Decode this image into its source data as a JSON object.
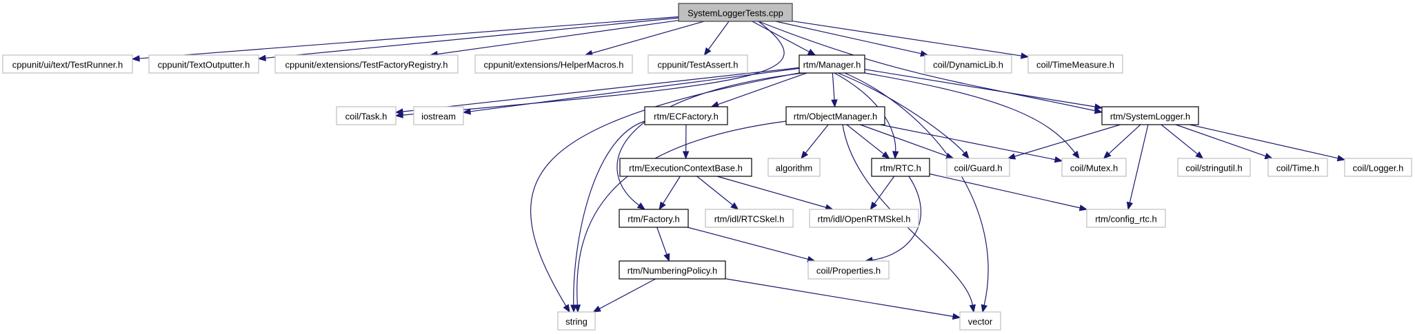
{
  "title": "SystemLoggerTests.cpp include dependency graph",
  "colors": {
    "edge": "#191970",
    "root_fill": "#bfbfbf",
    "root_border": "#404040",
    "internal_border": "#000000",
    "external_border": "#bfbfbf"
  },
  "nodes": [
    {
      "id": "root",
      "label": "SystemLoggerTests.cpp",
      "kind": "root"
    },
    {
      "id": "testrunner",
      "label": "cppunit/ui/text/TestRunner.h",
      "kind": "external"
    },
    {
      "id": "textoutputter",
      "label": "cppunit/TextOutputter.h",
      "kind": "external"
    },
    {
      "id": "testfactoryregistry",
      "label": "cppunit/extensions/TestFactoryRegistry.h",
      "kind": "external"
    },
    {
      "id": "helpermacros",
      "label": "cppunit/extensions/HelperMacros.h",
      "kind": "external"
    },
    {
      "id": "testassert",
      "label": "cppunit/TestAssert.h",
      "kind": "external"
    },
    {
      "id": "manager",
      "label": "rtm/Manager.h",
      "kind": "internal"
    },
    {
      "id": "dynamiclib",
      "label": "coil/DynamicLib.h",
      "kind": "external"
    },
    {
      "id": "timemeasure",
      "label": "coil/TimeMeasure.h",
      "kind": "external"
    },
    {
      "id": "task",
      "label": "coil/Task.h",
      "kind": "external"
    },
    {
      "id": "iostream",
      "label": "iostream",
      "kind": "external"
    },
    {
      "id": "ecfactory",
      "label": "rtm/ECFactory.h",
      "kind": "internal"
    },
    {
      "id": "objectmanager",
      "label": "rtm/ObjectManager.h",
      "kind": "internal"
    },
    {
      "id": "systemlogger",
      "label": "rtm/SystemLogger.h",
      "kind": "internal"
    },
    {
      "id": "ecbase",
      "label": "rtm/ExecutionContextBase.h",
      "kind": "internal"
    },
    {
      "id": "algorithm",
      "label": "algorithm",
      "kind": "external"
    },
    {
      "id": "rtc",
      "label": "rtm/RTC.h",
      "kind": "internal"
    },
    {
      "id": "guard",
      "label": "coil/Guard.h",
      "kind": "external"
    },
    {
      "id": "mutex",
      "label": "coil/Mutex.h",
      "kind": "external"
    },
    {
      "id": "stringutil",
      "label": "coil/stringutil.h",
      "kind": "external"
    },
    {
      "id": "time",
      "label": "coil/Time.h",
      "kind": "external"
    },
    {
      "id": "logger",
      "label": "coil/Logger.h",
      "kind": "external"
    },
    {
      "id": "factory",
      "label": "rtm/Factory.h",
      "kind": "internal"
    },
    {
      "id": "rtcskel",
      "label": "rtm/idl/RTCSkel.h",
      "kind": "external"
    },
    {
      "id": "openrtmskel",
      "label": "rtm/idl/OpenRTMSkel.h",
      "kind": "external"
    },
    {
      "id": "configrtc",
      "label": "rtm/config_rtc.h",
      "kind": "external"
    },
    {
      "id": "numberingpolicy",
      "label": "rtm/NumberingPolicy.h",
      "kind": "internal"
    },
    {
      "id": "properties",
      "label": "coil/Properties.h",
      "kind": "external"
    },
    {
      "id": "string",
      "label": "string",
      "kind": "external"
    },
    {
      "id": "vector",
      "label": "vector",
      "kind": "external"
    }
  ],
  "edges": [
    [
      "root",
      "testrunner"
    ],
    [
      "root",
      "textoutputter"
    ],
    [
      "root",
      "testfactoryregistry"
    ],
    [
      "root",
      "helpermacros"
    ],
    [
      "root",
      "testassert"
    ],
    [
      "root",
      "manager"
    ],
    [
      "root",
      "dynamiclib"
    ],
    [
      "root",
      "timemeasure"
    ],
    [
      "root",
      "systemlogger"
    ],
    [
      "root",
      "task"
    ],
    [
      "manager",
      "task"
    ],
    [
      "manager",
      "iostream"
    ],
    [
      "manager",
      "ecfactory"
    ],
    [
      "manager",
      "objectmanager"
    ],
    [
      "manager",
      "rtc"
    ],
    [
      "manager",
      "guard"
    ],
    [
      "manager",
      "mutex"
    ],
    [
      "manager",
      "systemlogger"
    ],
    [
      "manager",
      "factory"
    ],
    [
      "manager",
      "string"
    ],
    [
      "manager",
      "vector"
    ],
    [
      "ecfactory",
      "ecbase"
    ],
    [
      "ecfactory",
      "string"
    ],
    [
      "objectmanager",
      "algorithm"
    ],
    [
      "objectmanager",
      "rtc"
    ],
    [
      "objectmanager",
      "guard"
    ],
    [
      "objectmanager",
      "mutex"
    ],
    [
      "objectmanager",
      "string"
    ],
    [
      "objectmanager",
      "vector"
    ],
    [
      "ecbase",
      "factory"
    ],
    [
      "ecbase",
      "rtcskel"
    ],
    [
      "ecbase",
      "openrtmskel"
    ],
    [
      "rtc",
      "openrtmskel"
    ],
    [
      "rtc",
      "properties"
    ],
    [
      "rtc",
      "configrtc"
    ],
    [
      "factory",
      "numberingpolicy"
    ],
    [
      "factory",
      "properties"
    ],
    [
      "numberingpolicy",
      "string"
    ],
    [
      "numberingpolicy",
      "vector"
    ],
    [
      "systemlogger",
      "guard"
    ],
    [
      "systemlogger",
      "mutex"
    ],
    [
      "systemlogger",
      "configrtc"
    ],
    [
      "systemlogger",
      "stringutil"
    ],
    [
      "systemlogger",
      "time"
    ],
    [
      "systemlogger",
      "logger"
    ]
  ]
}
